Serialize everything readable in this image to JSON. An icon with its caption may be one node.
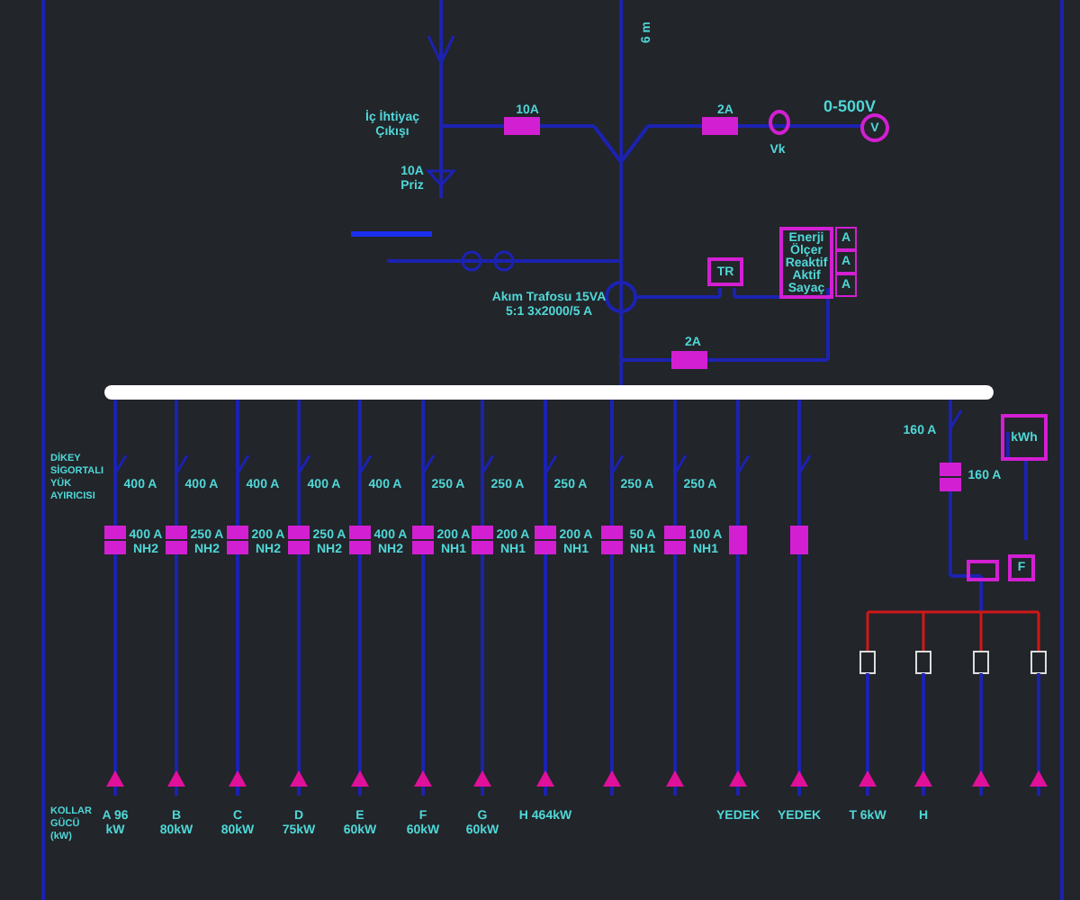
{
  "diagram": {
    "nodes": [
      {
        "text": [
          "TR"
        ]
      },
      {
        "text": [
          "Enerji Ölçer Reaktif Aktif Sayaç"
        ]
      },
      {
        "text": [
          "A"
        ]
      },
      {
        "text": [
          "A"
        ]
      },
      {
        "text": [
          "A"
        ]
      },
      {
        "text": [
          "V"
        ]
      },
      {
        "text": [
          "kWh"
        ]
      },
      {
        "text": [
          "F"
        ]
      }
    ],
    "labels": [
      "İç İhtiyaç Çıkışı",
      "10A",
      "2A",
      "0-500V",
      "Vk",
      "10A Priz",
      "6 m",
      "Akım Trafosu 15VA 5:1 3x2000/5 A",
      "2A",
      "DİKEY SİGORTALI YÜK AYIRICISI",
      "400 A",
      "400 A",
      "400 A",
      "400 A",
      "400 A",
      "250 A",
      "250 A",
      "250 A",
      "250 A",
      "250 A",
      "400 A NH2",
      "250 A NH2",
      "200 A NH2",
      "250 A NH2",
      "400 A NH2",
      "200 A NH1",
      "200 A NH1",
      "200 A NH1",
      "50 A NH1",
      "100 A NH1",
      "160 A",
      "160 A",
      "KOLLAR GÜCÜ (kW)",
      "A 96 kW",
      "B 80kW",
      "C 80kW",
      "D 75kW",
      "E 60kW",
      "F 60kW",
      "G 60kW",
      "H 464kW",
      "YEDEK",
      "YEDEK",
      "T 6kW",
      "H"
    ]
  }
}
